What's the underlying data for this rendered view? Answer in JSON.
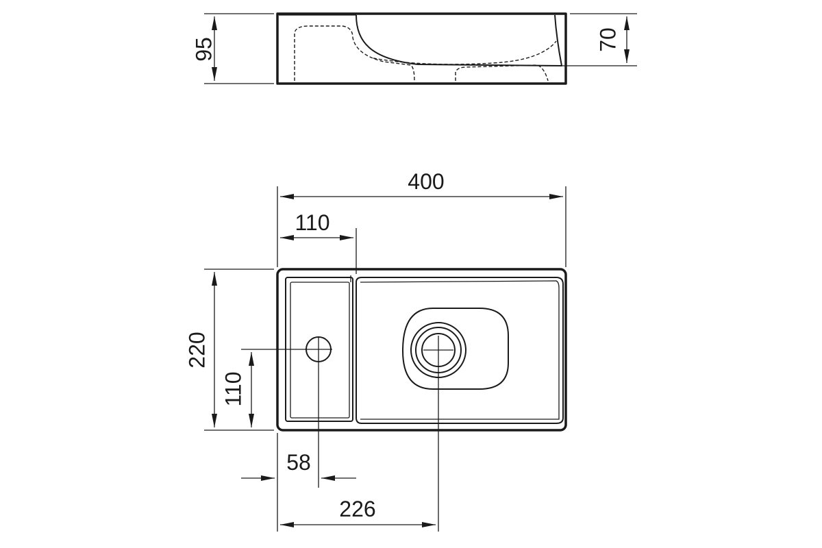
{
  "drawing": {
    "side_view": {
      "height_dim": "95",
      "basin_depth_dim": "70"
    },
    "top_view": {
      "width_dim": "400",
      "shelf_width_dim": "110",
      "depth_dim": "220",
      "tap_hole_y_dim": "110",
      "tap_hole_x_dim": "58",
      "drain_x_dim": "226"
    }
  }
}
